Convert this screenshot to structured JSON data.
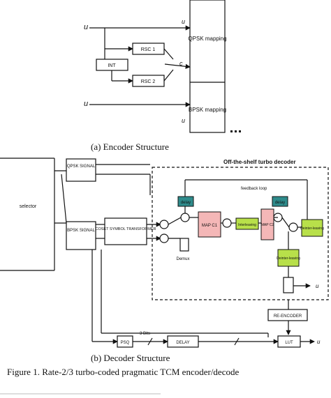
{
  "encoder": {
    "caption": "(a)    Encoder Structure",
    "u_left": "u",
    "u1": "u",
    "c2": "c",
    "u2_left": "u",
    "u2_right": "u",
    "int": "INT",
    "rsc1": "RSC 1",
    "rsc2": "RSC 2",
    "qpsk": "QPSK mapping",
    "bpsk": "BPSK mapping"
  },
  "decoder": {
    "caption": "(b)    Decoder Structure",
    "selector": "selector",
    "qpsk_signal": "QPSK SIGNAL",
    "bpsk_signal": "BPSK SIGNAL",
    "coset": "COSET SYMBOL TRANSFORMER",
    "offshelf_title": "Off-the-shelf turbo decoder",
    "feedback": "feedback loop",
    "delay": "delay",
    "map1": "MAP C1",
    "map2": "MAP C2",
    "interleaving": "Interleaving",
    "deinterleaving1": "Deinter-leaving",
    "deinterleaving2": "Deinter-leaving",
    "demux": "Demux",
    "reencoder": "RE-ENCODER",
    "psq": "PSQ",
    "bits": "3 Bits",
    "delay_main": "DELAY",
    "lut": "LUT",
    "u1_out": "u",
    "u2_out": "u"
  },
  "figure_caption": "Figure 1. Rate-2/3 turbo-coded pragmatic TCM encoder/decode",
  "colors": {
    "teal": "#2e8b8b",
    "pink": "#f4b7b7",
    "green": "#b8e04a"
  }
}
